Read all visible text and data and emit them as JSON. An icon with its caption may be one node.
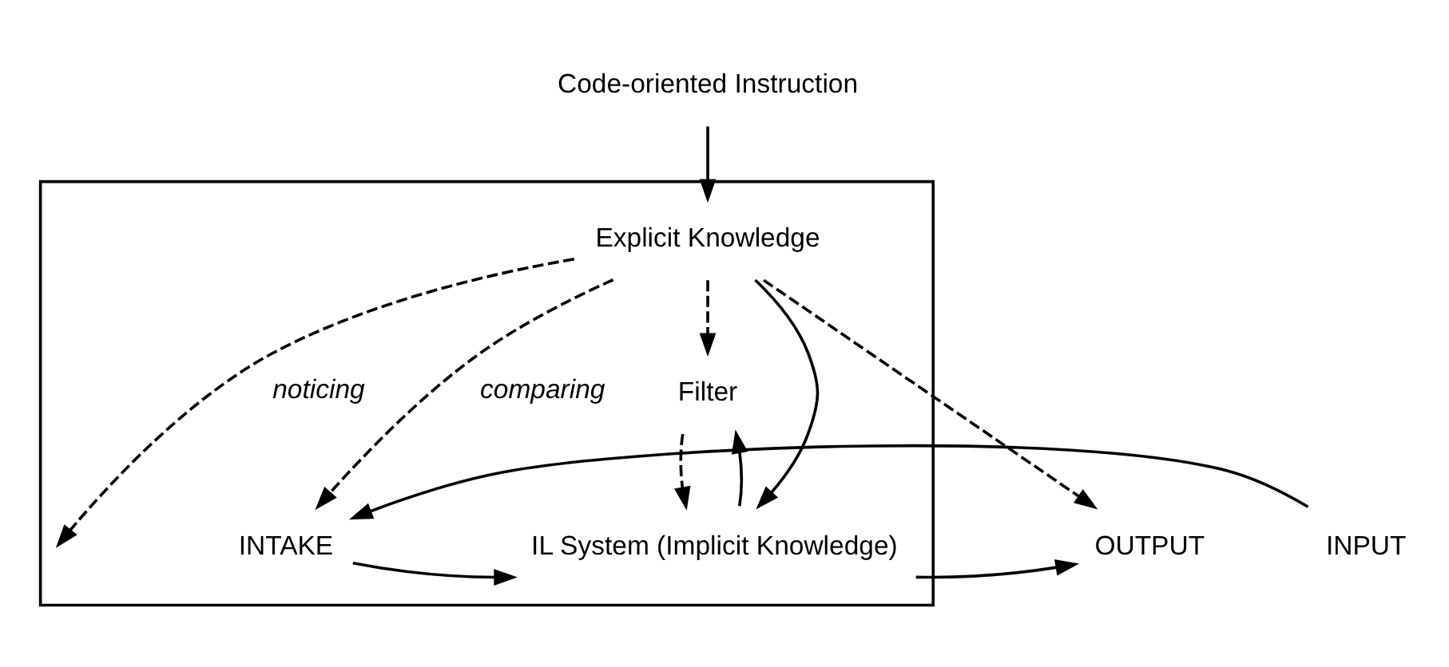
{
  "diagram": {
    "nodes": [
      {
        "text": [
          "Code-oriented Instruction"
        ]
      },
      {
        "text": [],
        "shape": "box"
      },
      {
        "text": [
          "Explicit Knowledge"
        ],
        "in": 1
      },
      {
        "text": [
          "Filter"
        ],
        "in": 1
      },
      {
        "text": [
          "INPUT"
        ]
      },
      {
        "text": [
          "INTAKE"
        ],
        "in": 1
      },
      {
        "text": [
          "IL System (Implicit Knowledge)"
        ],
        "in": 1
      },
      {
        "text": [
          "OUTPUT"
        ]
      }
    ],
    "edges": [
      {
        "from": 0,
        "to": 2,
        "arrow": "to"
      },
      {
        "from": 2,
        "to": null,
        "arrow": "to",
        "style": "dashed",
        "label": "noticing"
      },
      {
        "from": 2,
        "to": 5,
        "arrow": "to",
        "style": "dashed",
        "label": "comparing"
      },
      {
        "from": 2,
        "to": 7,
        "arrow": "to",
        "style": "dashed"
      },
      {
        "from": 2,
        "to": 6,
        "arrow": "to"
      },
      {
        "from": 2,
        "to": 3,
        "arrow": "to",
        "style": "dashed"
      },
      {
        "from": 3,
        "to": 6,
        "arrow": "to",
        "style": "dashed"
      },
      {
        "from": 6,
        "to": 3,
        "arrow": "to"
      },
      {
        "from": 4,
        "to": 5,
        "arrow": "to"
      },
      {
        "from": 5,
        "to": 6,
        "arrow": "to"
      },
      {
        "from": 6,
        "to": 7,
        "arrow": "to"
      }
    ]
  }
}
